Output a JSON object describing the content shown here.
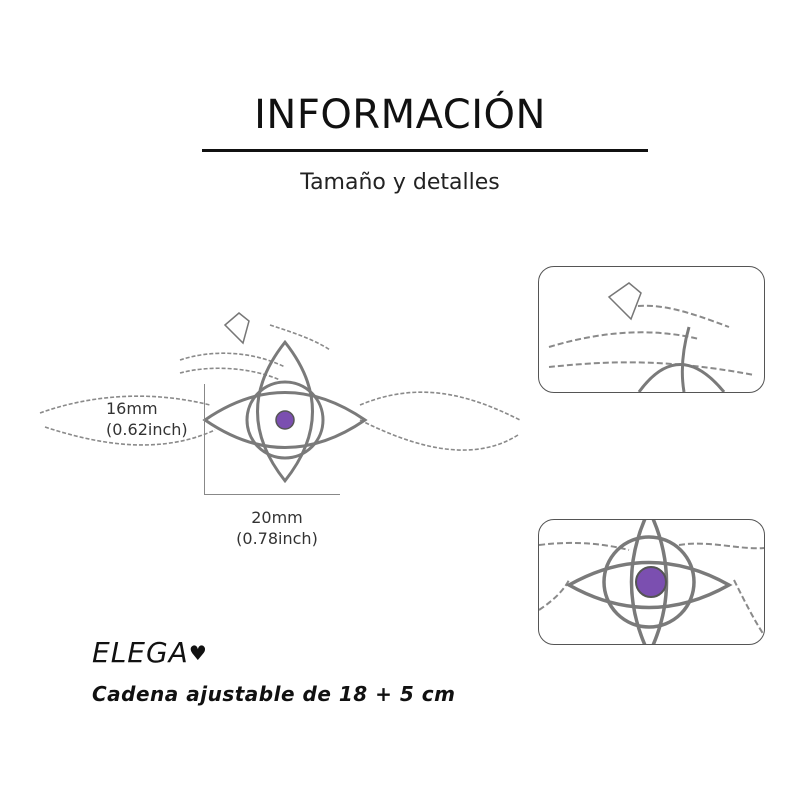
{
  "header": {
    "title": "INFORMACIÓN",
    "subtitle": "Tamaño y detalles"
  },
  "dimensions": {
    "height_mm": "16mm",
    "height_inch": "(0.62inch)",
    "width_mm": "20mm",
    "width_inch": "(0.78inch)"
  },
  "brand": {
    "name": "ELEGA",
    "icon": "heart-icon"
  },
  "caption": "Cadena ajustable de 18 + 5 cm",
  "colors": {
    "text": "#111111",
    "silver": "#8a8a8a",
    "gem": "#7b4fb0"
  }
}
